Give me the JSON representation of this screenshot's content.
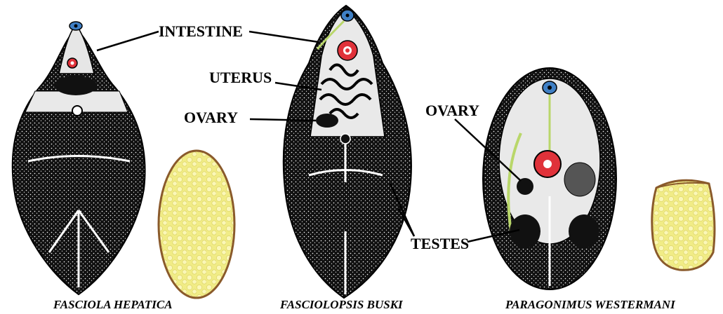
{
  "labels": {
    "intestine": "INTESTINE",
    "uterus": "UTERUS",
    "ovary_left": "OVARY",
    "ovary_right": "OVARY",
    "testes": "TESTES"
  },
  "captions": {
    "fasciola": "FASCIOLA HEPATICA",
    "fasciolopsis": "FASCIOLOPSIS BUSKI",
    "paragonimus": "PARAGONIMUS WESTERMANI"
  },
  "colors": {
    "body_dark": "#111111",
    "body_light": "#e9e9e9",
    "sucker_blue": "#3f7fc4",
    "sucker_red": "#e0323a",
    "egg_yellow": "#f3ef8e",
    "egg_border": "#8a5a2b",
    "intestine_green": "#b9d76a"
  }
}
